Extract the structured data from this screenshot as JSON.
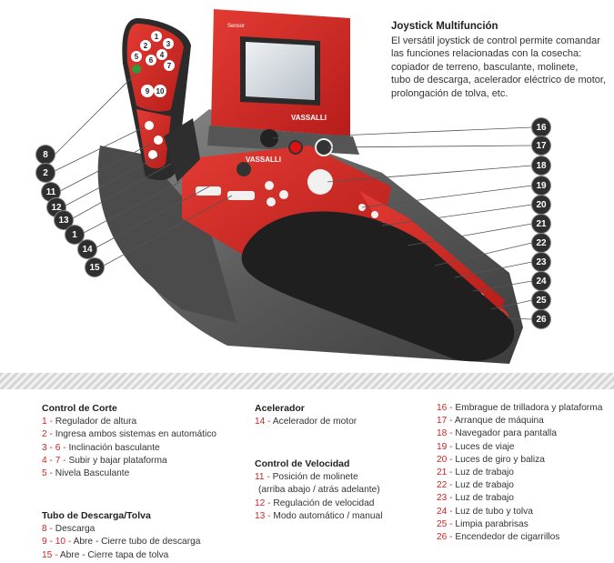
{
  "intro": {
    "title": "Joystick Multifunción",
    "lines": [
      "El versátil joystick de control permite comandar",
      "las funciones relacionadas con la cosecha:",
      "copiador de terreno, basculante, molinete,",
      "tubo de descarga, acelerador eléctrico de motor,",
      "prolongación de tolva, etc."
    ]
  },
  "image_text": {
    "brand_top": "VASSALLI",
    "brand_mid": "VASSALLI",
    "brand_small": "Sensor",
    "keys": [
      "1",
      "2",
      "3",
      "4",
      "5",
      "6",
      "7",
      "9",
      "10"
    ]
  },
  "callouts": [
    "1",
    "2",
    "8",
    "11",
    "12",
    "13",
    "14",
    "15",
    "16",
    "17",
    "18",
    "19",
    "20",
    "21",
    "22",
    "23",
    "24",
    "25",
    "26"
  ],
  "legend": {
    "corte": {
      "title": "Control de Corte",
      "items": [
        {
          "num": "1",
          "text": "Regulador de altura"
        },
        {
          "num": "2",
          "text": "Ingresa ambos sistemas en automático"
        },
        {
          "num": "3 - 6",
          "text": "Inclinación basculante"
        },
        {
          "num": "4 - 7",
          "text": "Subir y bajar plataforma"
        },
        {
          "num": "5",
          "text": "Nivela Basculante"
        }
      ]
    },
    "tubo": {
      "title": "Tubo de Descarga/Tolva",
      "items": [
        {
          "num": "8",
          "text": "Descarga"
        },
        {
          "num": "9 - 10",
          "text": "Abre - Cierre tubo de descarga"
        },
        {
          "num": "15",
          "text": "Abre - Cierre tapa de tolva"
        }
      ]
    },
    "acelerador": {
      "title": "Acelerador",
      "items": [
        {
          "num": "14",
          "text": "Acelerador de motor"
        }
      ]
    },
    "velocidad": {
      "title": "Control de Velocidad",
      "items": [
        {
          "num": "11",
          "text": "Posición de molinete"
        },
        {
          "num": "",
          "text": "(arriba abajo / atrás adelante)"
        },
        {
          "num": "12",
          "text": "Regulación de velocidad"
        },
        {
          "num": "13",
          "text": "Modo automático / manual"
        }
      ]
    },
    "funciones": {
      "items": [
        {
          "num": "16",
          "text": "Embrague de trilladora y plataforma"
        },
        {
          "num": "17",
          "text": "Arranque de máquina"
        },
        {
          "num": "18",
          "text": "Navegador para pantalla"
        },
        {
          "num": "19",
          "text": "Luces de viaje"
        },
        {
          "num": "20",
          "text": "Luces de giro y baliza"
        },
        {
          "num": "21",
          "text": "Luz de trabajo"
        },
        {
          "num": "22",
          "text": "Luz de trabajo"
        },
        {
          "num": "23",
          "text": "Luz de trabajo"
        },
        {
          "num": "24",
          "text": "Luz de tubo y tolva"
        },
        {
          "num": "25",
          "text": "Limpia parabrisas"
        },
        {
          "num": "26",
          "text": "Encendedor de cigarrillos"
        }
      ]
    }
  }
}
